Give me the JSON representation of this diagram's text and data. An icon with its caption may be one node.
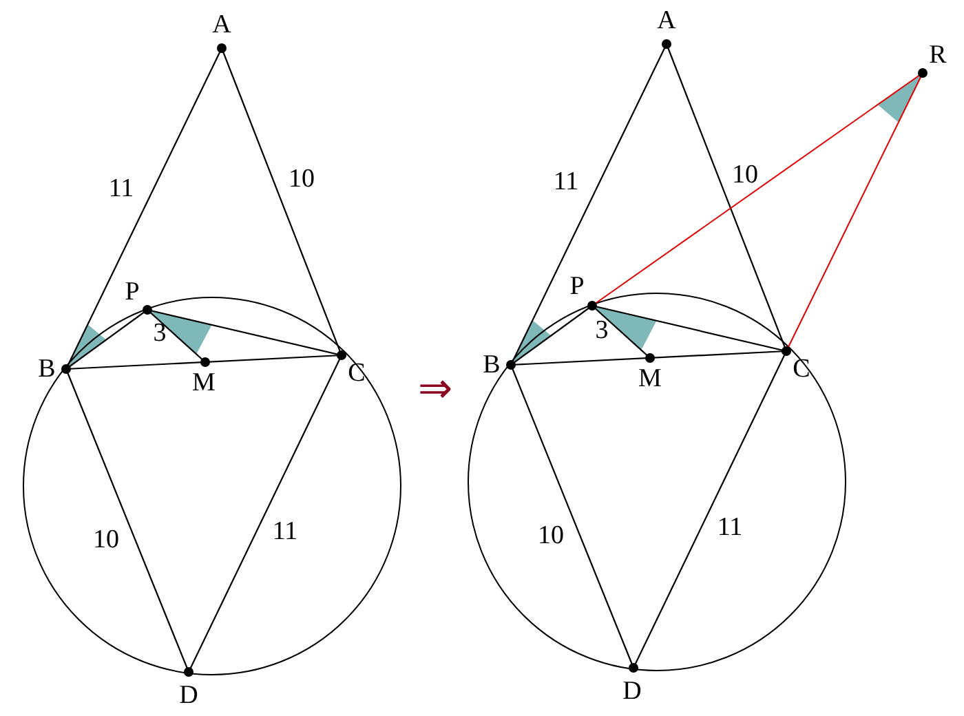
{
  "diagram": {
    "labels": [
      "A",
      "11",
      "10",
      "P",
      "3",
      "B",
      "M",
      "C",
      "10",
      "11",
      "D",
      "⇒",
      "A",
      "R",
      "11",
      "10",
      "P",
      "3",
      "B",
      "M",
      "C",
      "10",
      "11",
      "D"
    ]
  }
}
